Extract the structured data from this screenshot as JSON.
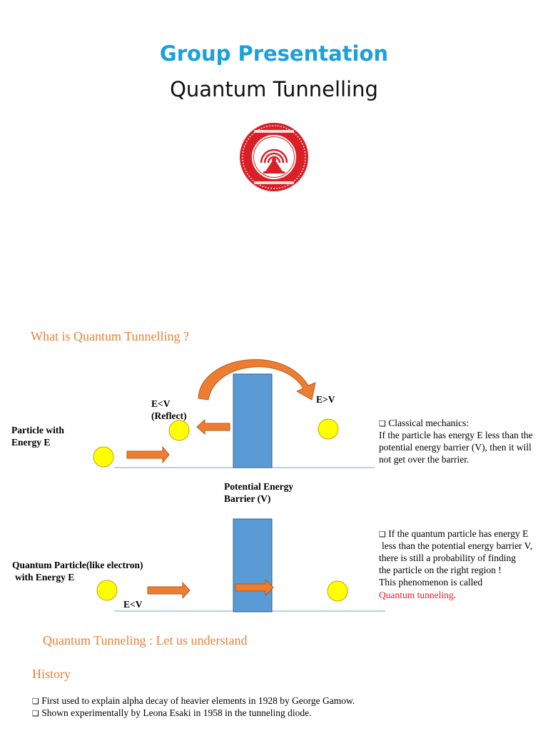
{
  "header": {
    "title": "Group Presentation",
    "subtitle": "Quantum Tunnelling"
  },
  "colors": {
    "title_blue": "#1aa0dc",
    "heading_orange": "#e8803a",
    "barrier_blue": "#5b9bd5",
    "particle_yellow": "#ffff00",
    "arrow_orange": "#ed7d31",
    "highlight_red": "#e8202a",
    "logo_red": "#d92027"
  },
  "logo": {
    "icon": "institute-seal-icon"
  },
  "section1": {
    "heading": "What is Quantum Tunnelling ?",
    "particle_label_line1": "Particle with",
    "particle_label_line2": "Energy E",
    "reflect_line1": "E<V",
    "reflect_line2": "(Reflect)",
    "pass_label": "E>V",
    "barrier_line1": "Potential Energy",
    "barrier_line2": "Barrier (V)",
    "classical_title": "Classical mechanics:",
    "classical_line1": "If the particle has energy E less than the",
    "classical_line2": "potential energy barrier (V), then it will",
    "classical_line3": "not get over the barrier."
  },
  "section2": {
    "particle_label_line1": "Quantum Particle(like electron)",
    "particle_label_line2": "with Energy E",
    "energy_label": "E<V",
    "quantum_line1": "If the quantum particle has energy E",
    "quantum_line2": "less than the potential energy barrier V,",
    "quantum_line3": "there is still a probability of finding",
    "quantum_line4": "the particle on the right region !",
    "quantum_line5": "This phenomenon is called",
    "quantum_highlight": "Quantum tunneling",
    "quantum_period": "."
  },
  "section3": {
    "heading": "Quantum Tunneling : Let us understand"
  },
  "history": {
    "heading": "History",
    "items": [
      "First used to explain alpha decay of heavier elements in 1928 by George Gamow.",
      "Shown experimentally by Leona Esaki in 1958 in the tunneling diode."
    ]
  },
  "glyphs": {
    "checkbox": "❑"
  }
}
